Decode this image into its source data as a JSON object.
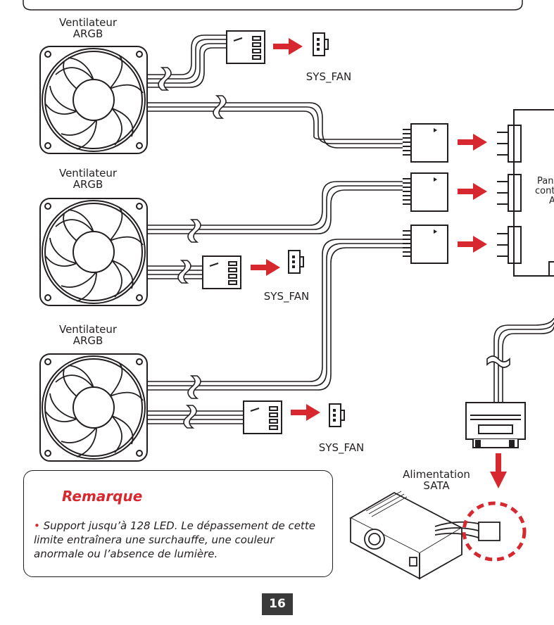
{
  "labels": {
    "fan1": [
      "Ventilateur",
      "ARGB"
    ],
    "fan2": [
      "Ventilateur",
      "ARGB"
    ],
    "fan3": [
      "Ventilateur",
      "ARGB"
    ],
    "sys_fan": "SYS_FAN",
    "controller": [
      "Pan",
      "cont",
      "A"
    ],
    "sata": [
      "Alimentation",
      "SATA"
    ]
  },
  "note": {
    "title": "Remarque",
    "bullet": "•",
    "text": "Support jusqu’à 128 LED. Le dépassement de cette limite entraînera une surchauffe, une couleur anormale ou l’absence de lumière."
  },
  "page_number": "16",
  "colors": {
    "accent": "#d7282f",
    "line": "#231f20"
  }
}
